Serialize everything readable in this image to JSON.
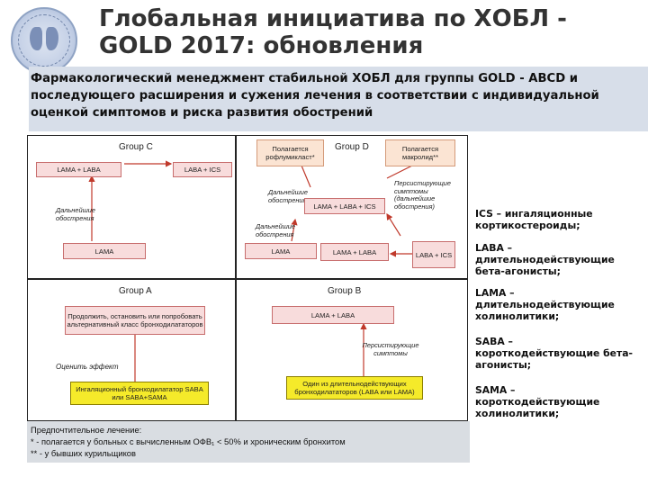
{
  "header": {
    "title_line1": "Глобальная инициатива по ХОБЛ -",
    "title_line2": "GOLD 2017: обновления",
    "subtitle": "Фармакологический менеджмент стабильной ХОБЛ для группы GOLD - ABCD и последующего расширения и сужения лечения в соответствии с индивидуальной оценкой симптомов и риска развития обострений"
  },
  "diagram": {
    "group_c": {
      "label": "Group C",
      "lama_laba": "LAMA + LABA",
      "laba_ics": "LABA + ICS",
      "further_exac": "Дальнейшие обострения",
      "lama": "LAMA"
    },
    "group_d": {
      "label": "Group D",
      "roflumilast": "Полагается рофлумикласт*",
      "macrolide": "Полагается макролид**",
      "persistent_symptoms": "Персистирующие симптомы (дальнейшие обострения)",
      "further_exac": "Дальнейшие обострения",
      "lama_laba_ics": "LAMA + LABA + ICS",
      "further_exac2": "Дальнейшие обострения",
      "lama": "LAMA",
      "lama_laba": "LAMA + LABA",
      "laba_ics": "LABA + ICS"
    },
    "group_a": {
      "label": "Group A",
      "continue": "Продолжить, остановить или попробовать альтернативный класс бронходилататоров",
      "evaluate": "Оценить эффект",
      "bronchodilator": "Ингаляционный бронходилататор SABA или SABA+SAMA"
    },
    "group_b": {
      "label": "Group B",
      "lama_laba": "LAMA + LABA",
      "persistent_symptoms": "Персистирующие симптомы",
      "long_acting": "Один из длительнодействующих бронходилататоров (LABA или LAMA)"
    }
  },
  "legend": {
    "ics": "ICS – ингаляционные кортикостероиды;",
    "laba": "LABA – длительнодействующие бета-агонисты;",
    "lama": "LAMA – длительнодействующие холинолитики;",
    "saba": "SABA – короткодействующие бета-агонисты;",
    "sama": "SAMA – короткодействующие холинолитики;"
  },
  "footnote": {
    "line1": "Предпочтительное лечение:",
    "line2": "* - полагается у больных с     вычисленным ОФВ₁ < 50% и хроническим бронхитом",
    "line3": "** - у бывших курильщиков"
  }
}
